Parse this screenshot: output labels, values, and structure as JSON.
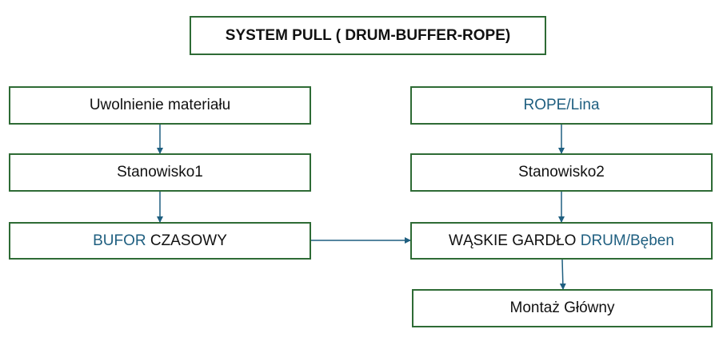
{
  "title": "SYSTEM PULL ( DRUM-BUFFER-ROPE)",
  "left_column": {
    "release": "Uwolnienie materiału",
    "station1": "Stanowisko1",
    "buffer_accent": "BUFOR",
    "buffer_rest": " CZASOWY"
  },
  "right_column": {
    "rope": "ROPE/Lina",
    "station2": "Stanowisko2",
    "bottleneck_prefix": "WĄSKIE GARDŁO ",
    "bottleneck_accent": "DRUM/Bęben",
    "assembly": "Montaż Główny"
  },
  "colors": {
    "border": "#2e6b35",
    "accent_text": "#1f5f80",
    "arrow": "#1f5f80"
  }
}
